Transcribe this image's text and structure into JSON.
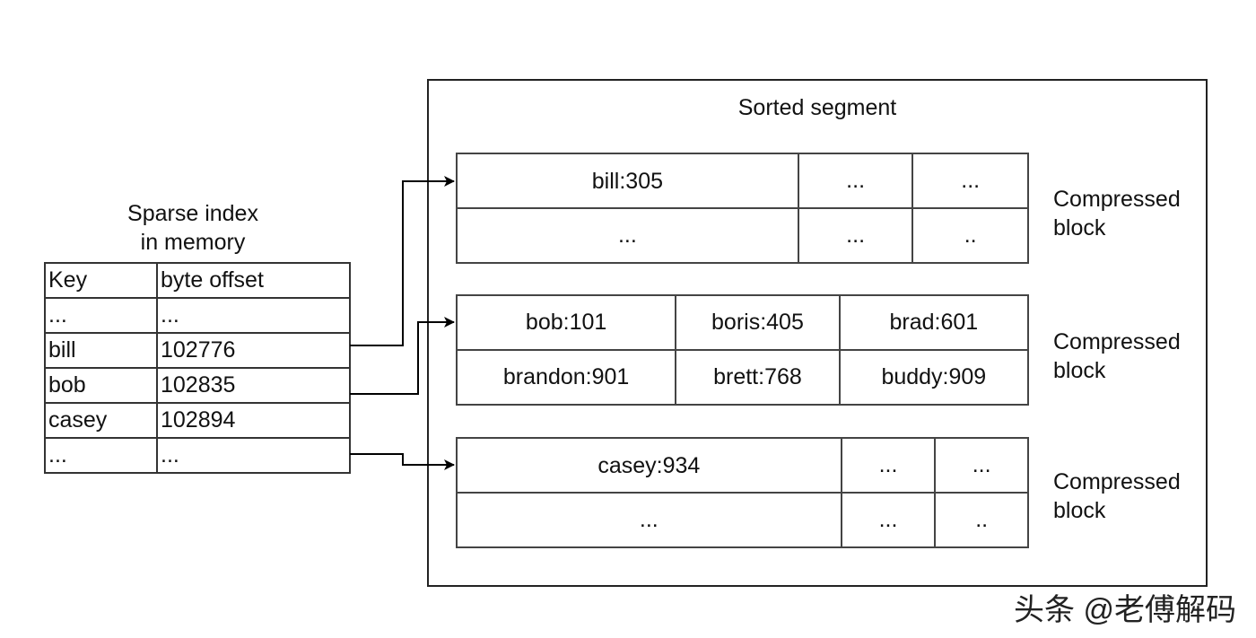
{
  "sparse_index": {
    "title_line1": "Sparse index",
    "title_line2": "in memory",
    "header": {
      "key": "Key",
      "offset": "byte offset"
    },
    "rows": [
      {
        "key": "...",
        "offset": "..."
      },
      {
        "key": "bill",
        "offset": "102776"
      },
      {
        "key": "bob",
        "offset": "102835"
      },
      {
        "key": "casey",
        "offset": "102894"
      },
      {
        "key": "...",
        "offset": "..."
      }
    ]
  },
  "segment": {
    "title": "Sorted segment",
    "blocks": [
      {
        "label_line1": "Compressed",
        "label_line2": "block",
        "rows": [
          [
            "bill:305",
            "...",
            "..."
          ],
          [
            "...",
            "...",
            ".."
          ]
        ]
      },
      {
        "label_line1": "Compressed",
        "label_line2": "block",
        "rows": [
          [
            "bob:101",
            "boris:405",
            "brad:601"
          ],
          [
            "brandon:901",
            "brett:768",
            "buddy:909"
          ]
        ]
      },
      {
        "label_line1": "Compressed",
        "label_line2": "block",
        "rows": [
          [
            "casey:934",
            "...",
            "..."
          ],
          [
            "...",
            "...",
            ".."
          ]
        ]
      }
    ]
  },
  "watermark": "头条 @老傅解码"
}
